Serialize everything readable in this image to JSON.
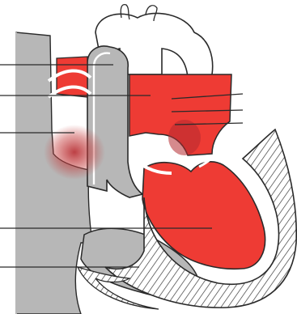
{
  "diagram": {
    "kind": "heart-anatomy-cross-section",
    "colors": {
      "background": "#ffffff",
      "oxygenated": "#ee3b34",
      "deoxygenated": "#b7b7b7",
      "outline": "#2a2a2a",
      "muscle_stripes": "#3a3a3a",
      "septal_defect": "#b52a2f"
    },
    "leader_lines": [
      {
        "id": "leader-1",
        "target": "superior-vena-cava"
      },
      {
        "id": "leader-2",
        "target": "pulmonary-artery"
      },
      {
        "id": "leader-3",
        "target": "septal-defect"
      },
      {
        "id": "leader-4",
        "target": "left-ventricle"
      },
      {
        "id": "leader-5",
        "target": "right-ventricle"
      }
    ]
  }
}
